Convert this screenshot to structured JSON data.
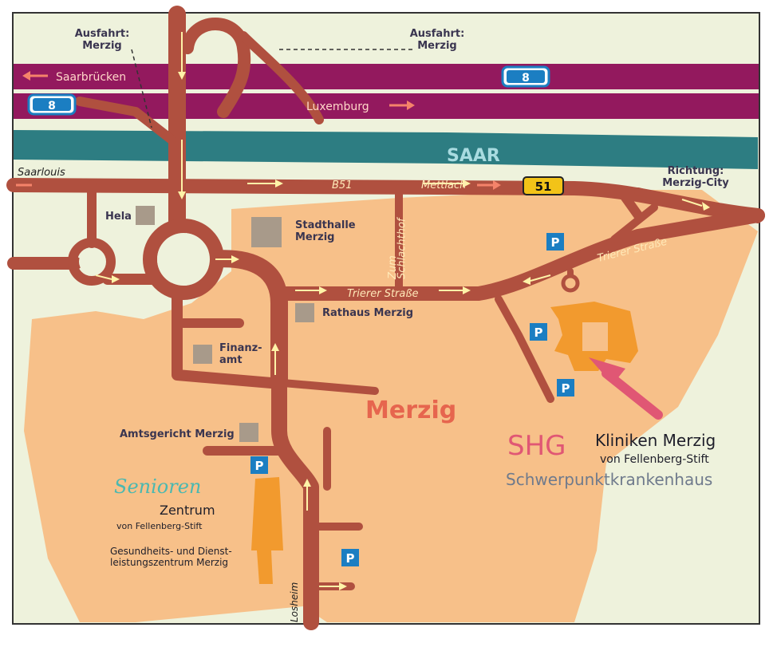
{
  "exits": {
    "left": "Ausfahrt:\nMerzig",
    "right": "Ausfahrt:\nMerzig"
  },
  "highway": {
    "number": "8",
    "west": "Saarbrücken",
    "east": "Luxemburg"
  },
  "river": "SAAR",
  "b51": {
    "label": "B51",
    "mettlach": "Mettlach",
    "number": "51"
  },
  "places": {
    "saarlouis": "Saarlouis",
    "richtung": "Richtung:\nMerzig-City",
    "hela": "Hela",
    "stadthalle": "Stadthalle\nMerzig",
    "rathaus": "Rathaus Merzig",
    "finanzamt": "Finanz-\namt",
    "amtsgericht": "Amtsgericht Merzig",
    "town": "Merzig",
    "losheim": "Losheim"
  },
  "streets": {
    "trierer1": "Trierer Straße",
    "trierer2": "Trierer Straße",
    "schlachthof": "Zum\nSchlachthof"
  },
  "parking": "P",
  "shg": {
    "logo": "SHG",
    "name": "Kliniken Merzig",
    "sub": "von Fellenberg-Stift",
    "type": "Schwerpunktkrankenhaus"
  },
  "senioren": {
    "logo": "Senioren",
    "zentrum": "Zentrum",
    "sub": "von Fellenberg-Stift",
    "gesundheit": "Gesundheits- und Dienst-\nleistungszentrum Merzig"
  },
  "colors": {
    "land": "#eef2dc",
    "town": "#f7c089",
    "road": "#b0503f",
    "highway": "#93195e",
    "river": "#2d7d82",
    "building": "#f29a2e",
    "hospitalArrow": "#e05774"
  }
}
